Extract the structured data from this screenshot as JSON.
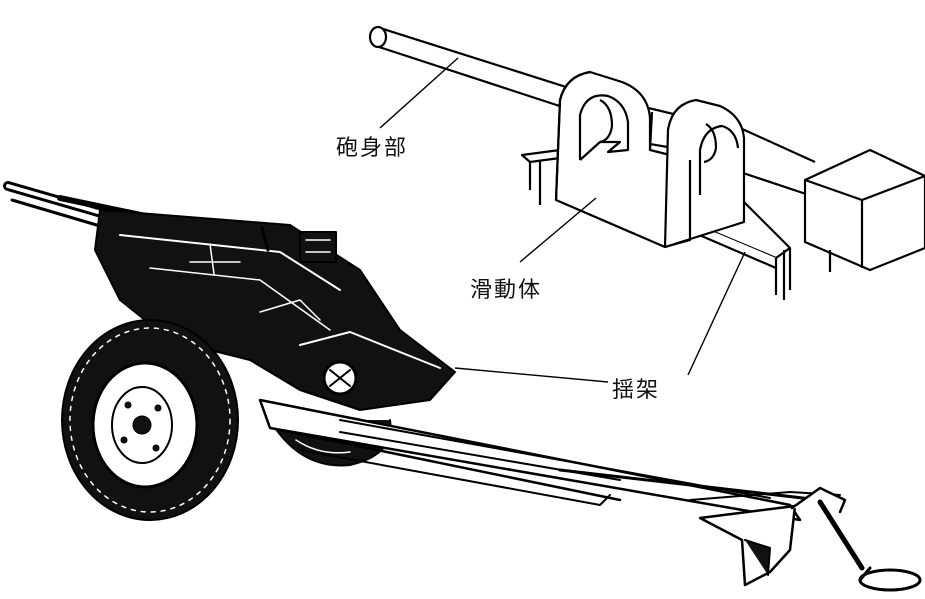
{
  "labels": {
    "barrel": "砲身部",
    "slide": "滑動体",
    "cradle": "揺架"
  }
}
